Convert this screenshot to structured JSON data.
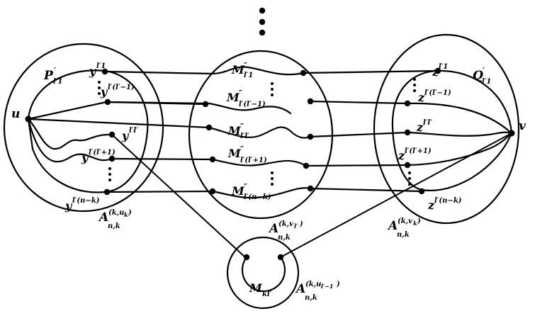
{
  "colors": {
    "ink": "#000000",
    "background": "#ffffff"
  },
  "vertices": {
    "u": "u",
    "v": "v"
  },
  "path_labels": {
    "p": {
      "main": "P",
      "sup": "′",
      "sub": "l′1"
    },
    "q": {
      "main": "Q",
      "sup": "′",
      "sub": "l′1"
    }
  },
  "left_set": [
    {
      "main": "y",
      "sup": "l′1"
    },
    {
      "main": "y",
      "sup": "l′(l′−1)"
    },
    {
      "main": "y",
      "sup": "l′l′"
    },
    {
      "main": "y",
      "sup": "l′(l′+1)"
    },
    {
      "main": "y",
      "sup": "l′(n−k)"
    }
  ],
  "right_set": [
    {
      "main": "z",
      "sup": "l′1"
    },
    {
      "main": "z",
      "sup": "l′(l′−1)"
    },
    {
      "main": "z",
      "sup": "l′l′"
    },
    {
      "main": "z",
      "sup": "l′(l′+1)"
    },
    {
      "main": "z",
      "sup": "l′(n−k)"
    }
  ],
  "middle_set": [
    {
      "main": "M",
      "sup": "″",
      "sub": "l′1"
    },
    {
      "main": "M",
      "sup": "″",
      "sub": "l′(l′−1)"
    },
    {
      "main": "M",
      "sup": "″",
      "sub": "l′l′"
    },
    {
      "main": "M",
      "sup": "″",
      "sub": "l′(l′+1)"
    },
    {
      "main": "M",
      "sup": "″",
      "sub": "l′(n−k)"
    }
  ],
  "bottom_label": {
    "main": "M",
    "sub": "kl′"
  },
  "subgraphs": {
    "left": {
      "main": "A",
      "sup": "(k,u",
      "supsub": "k",
      "supend": ")",
      "sub": "n,k"
    },
    "middle": {
      "main": "A",
      "sup": "(k,v",
      "supsub": "l′",
      "supend": ")",
      "sub": "n,k"
    },
    "right": {
      "main": "A",
      "sup": "(k,v",
      "supsub": "k",
      "supend": ")",
      "sub": "n,k"
    },
    "bottom": {
      "main": "A",
      "sup": "(k,u",
      "supsub": "l′−1",
      "supend": ")",
      "sub": "n,k"
    }
  }
}
